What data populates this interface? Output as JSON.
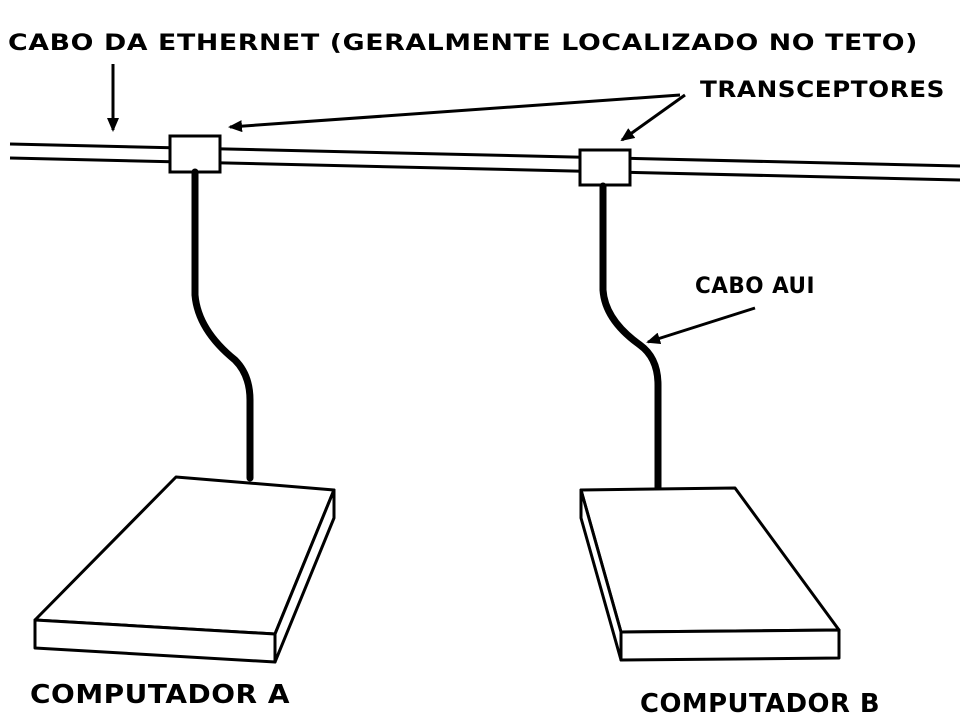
{
  "diagram": {
    "labels": {
      "ethernet_cable": "CABO DA ETHERNET (GERALMENTE LOCALIZADO NO TETO)",
      "transceivers": "TRANSCEPTORES",
      "aui_cable": "CABO AUI",
      "computer_a": "COMPUTADOR A",
      "computer_b": "COMPUTADOR B"
    }
  }
}
